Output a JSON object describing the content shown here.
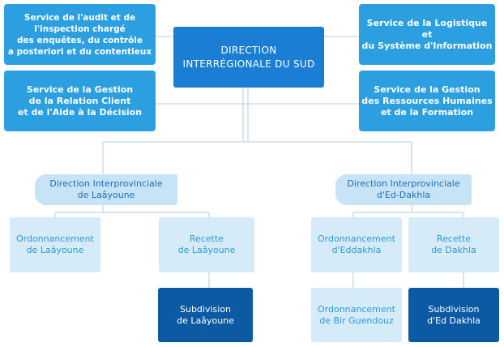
{
  "direction": {
    "label": "DIRECTION\nINTERRÉGIONALE DU SUD"
  },
  "services": {
    "audit": "Service de l'audit et de\nl'inspection chargé\ndes enquêtes, du contrôle\na posteriori et du contentieux",
    "relation_client": "Service de la Gestion\nde la Relation Client\net de l'Aide à la Décision",
    "logistique": "Service de la Logistique\net\ndu Système d'Information",
    "rh": "Service de la Gestion\ndes Ressources Humaines\net de la Formation"
  },
  "laayoune": {
    "direction": "Direction Interprovinciale\nde Laâyoune",
    "ordonnancement": "Ordonnancement\nde Laâyoune",
    "recette": "Recette\nde Laâyoune",
    "subdivision": "Subdivision\nde Laâyoune"
  },
  "dakhla": {
    "direction": "Direction Interprovinciale\nd'Ed-Dakhla",
    "ordonnancement_eddakhla": "Ordonnancement\nd'Eddakhla",
    "recette": "Recette\nde Dakhla",
    "ordonnancement_bir": "Ordonnancement\nde Bir Guendouz",
    "subdivision": "Subdivision\nd'Ed Dakhla"
  },
  "colors": {
    "direction": "#1a7fd4",
    "service": "#2b9fe0",
    "interprovincial": "#c7e3f6",
    "office": "#d6ebf8",
    "subdivision": "#0c5aa3",
    "connector": "#b5cfe2"
  }
}
